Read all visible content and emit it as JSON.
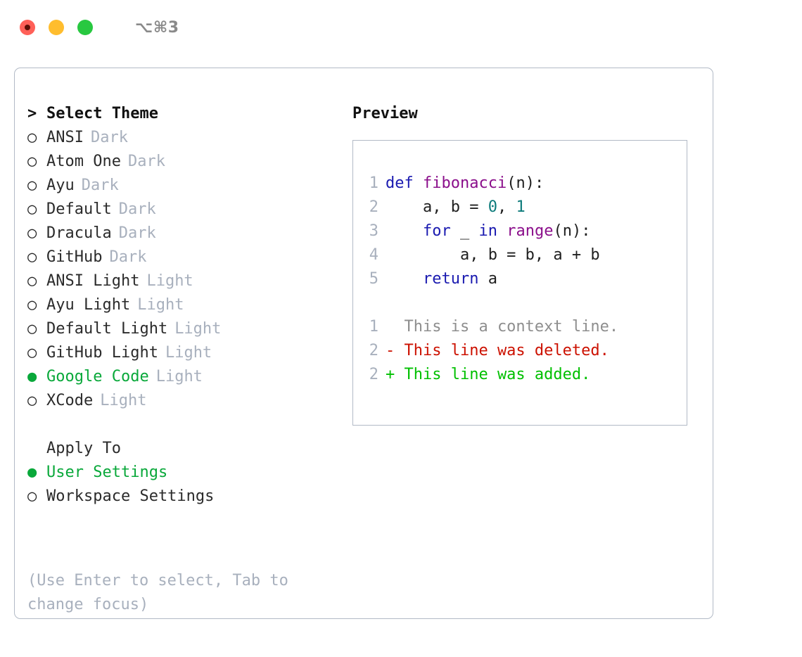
{
  "titlebar": {
    "shortcut": "⌥⌘3",
    "buttons": [
      {
        "name": "close",
        "color": "#ff6058"
      },
      {
        "name": "minimize",
        "color": "#ffbd2e"
      },
      {
        "name": "maximize",
        "color": "#28c840"
      }
    ]
  },
  "colors": {
    "selection_green": "#09a83a",
    "muted_gray": "#a8b0bd",
    "border": "#b2bac6",
    "keyword_blue": "#1a1ab0",
    "function_purple": "#8b0f8b",
    "number_teal": "#0d7b7b",
    "diff_delete_red": "#cc1100",
    "diff_add_green": "#00c000"
  },
  "theme_list": {
    "header_marker": ">",
    "header": "Select Theme",
    "items": [
      {
        "marker": "○",
        "name": "ANSI",
        "variant": "Dark",
        "selected": false
      },
      {
        "marker": "○",
        "name": "Atom One",
        "variant": "Dark",
        "selected": false
      },
      {
        "marker": "○",
        "name": "Ayu",
        "variant": "Dark",
        "selected": false
      },
      {
        "marker": "○",
        "name": "Default",
        "variant": "Dark",
        "selected": false
      },
      {
        "marker": "○",
        "name": "Dracula",
        "variant": "Dark",
        "selected": false
      },
      {
        "marker": "○",
        "name": "GitHub",
        "variant": "Dark",
        "selected": false
      },
      {
        "marker": "○",
        "name": "ANSI Light",
        "variant": "Light",
        "selected": false
      },
      {
        "marker": "○",
        "name": "Ayu Light",
        "variant": "Light",
        "selected": false
      },
      {
        "marker": "○",
        "name": "Default Light",
        "variant": "Light",
        "selected": false
      },
      {
        "marker": "○",
        "name": "GitHub Light",
        "variant": "Light",
        "selected": false
      },
      {
        "marker": "●",
        "name": "Google Code",
        "variant": "Light",
        "selected": true
      },
      {
        "marker": "○",
        "name": "XCode",
        "variant": "Light",
        "selected": false
      }
    ]
  },
  "apply_to": {
    "header": "Apply To",
    "options": [
      {
        "marker": "●",
        "name": "User Settings",
        "selected": true
      },
      {
        "marker": "○",
        "name": "Workspace Settings",
        "selected": false
      }
    ]
  },
  "hint": "(Use Enter to select, Tab to change focus)",
  "preview": {
    "title": "Preview",
    "code_lines": [
      {
        "no": "1",
        "tokens": [
          {
            "t": "def ",
            "c": "kw"
          },
          {
            "t": "fibonacci",
            "c": "fn"
          },
          {
            "t": "(n):",
            "c": "pl"
          }
        ]
      },
      {
        "no": "2",
        "tokens": [
          {
            "t": "    a, b = ",
            "c": "pl"
          },
          {
            "t": "0",
            "c": "num"
          },
          {
            "t": ", ",
            "c": "pl"
          },
          {
            "t": "1",
            "c": "num"
          }
        ]
      },
      {
        "no": "3",
        "tokens": [
          {
            "t": "    ",
            "c": "pl"
          },
          {
            "t": "for",
            "c": "kw"
          },
          {
            "t": " _ ",
            "c": "pl"
          },
          {
            "t": "in",
            "c": "kw"
          },
          {
            "t": " ",
            "c": "pl"
          },
          {
            "t": "range",
            "c": "fn"
          },
          {
            "t": "(n):",
            "c": "pl"
          }
        ]
      },
      {
        "no": "4",
        "tokens": [
          {
            "t": "        a, b = b, a + b",
            "c": "pl"
          }
        ]
      },
      {
        "no": "5",
        "tokens": [
          {
            "t": "    ",
            "c": "pl"
          },
          {
            "t": "return",
            "c": "kw"
          },
          {
            "t": " a",
            "c": "pl"
          }
        ]
      }
    ],
    "diff_lines": [
      {
        "no": "1",
        "tokens": [
          {
            "t": "  This is a context line.",
            "c": "ctx"
          }
        ]
      },
      {
        "no": "2",
        "tokens": [
          {
            "t": "- This line was deleted.",
            "c": "del"
          }
        ]
      },
      {
        "no": "2",
        "tokens": [
          {
            "t": "+ This line was added.",
            "c": "add"
          }
        ]
      }
    ]
  }
}
